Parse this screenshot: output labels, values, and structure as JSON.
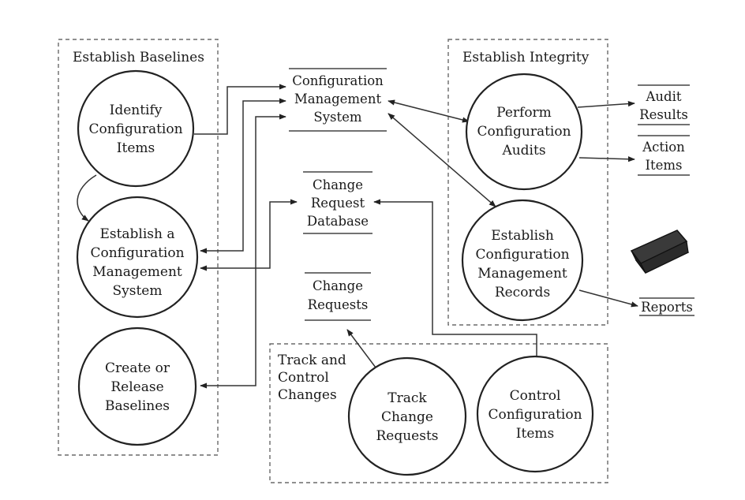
{
  "groups": {
    "baselines": "Establish Baselines",
    "integrity": "Establish Integrity",
    "track": [
      "Track and",
      "Control",
      "Changes"
    ]
  },
  "processes": {
    "identify": [
      "Identify",
      "Configuration",
      "Items"
    ],
    "establish_cms": [
      "Establish a",
      "Configuration",
      "Management",
      "System"
    ],
    "create_release": [
      "Create or",
      "Release",
      "Baselines"
    ],
    "perform_audits": [
      "Perform",
      "Configuration",
      "Audits"
    ],
    "establish_records": [
      "Establish",
      "Configuration",
      "Management",
      "Records"
    ],
    "track_requests": [
      "Track",
      "Change",
      "Requests"
    ],
    "control_items": [
      "Control",
      "Configuration",
      "Items"
    ]
  },
  "stores": {
    "cms": [
      "Configuration",
      "Management",
      "System"
    ],
    "crdb": [
      "Change",
      "Request",
      "Database"
    ],
    "requests": [
      "Change",
      "Requests"
    ],
    "audit_results": [
      "Audit",
      "Results"
    ],
    "action_items": [
      "Action",
      "Items"
    ],
    "reports": [
      "Reports"
    ]
  },
  "colors": {
    "ink": "#222222",
    "dash": "#6a6a6a",
    "book_cover": "#2b2b2b",
    "book_pages": "#e9e9e9"
  }
}
